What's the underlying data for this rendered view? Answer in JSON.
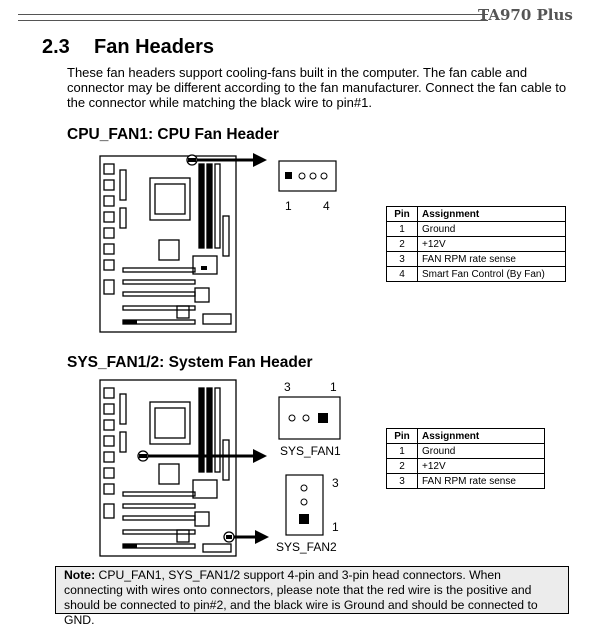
{
  "header": {
    "model": "TA970 Plus"
  },
  "section": {
    "number": "2.3",
    "title": "Fan Headers",
    "intro": "These fan headers support cooling-fans built in the computer. The fan cable and connector may be different according to the fan manufacturer. Connect the fan cable to the connector while matching the black wire to pin#1."
  },
  "cpu_fan": {
    "title": "CPU_FAN1: CPU Fan Header",
    "pin_left": "1",
    "pin_right": "4",
    "table": {
      "headers": [
        "Pin",
        "Assignment"
      ],
      "rows": [
        [
          "1",
          "Ground"
        ],
        [
          "2",
          "+12V"
        ],
        [
          "3",
          "FAN RPM rate sense"
        ],
        [
          "4",
          "Smart Fan Control (By Fan)"
        ]
      ]
    }
  },
  "sys_fan": {
    "title": "SYS_FAN1/2: System Fan Header",
    "fan1_pin_left": "3",
    "fan1_pin_right": "1",
    "fan1_label": "SYS_FAN1",
    "fan2_pin_top": "3",
    "fan2_pin_bottom": "1",
    "fan2_label": "SYS_FAN2",
    "table": {
      "headers": [
        "Pin",
        "Assignment"
      ],
      "rows": [
        [
          "1",
          "Ground"
        ],
        [
          "2",
          "+12V"
        ],
        [
          "3",
          "FAN RPM rate sense"
        ]
      ]
    }
  },
  "note": {
    "label": "Note:",
    "text": " CPU_FAN1, SYS_FAN1/2 support 4-pin and 3-pin head connectors. When connecting with wires onto connectors, please note that the red wire is the positive and should be connected to pin#2, and the black wire is Ground and should be connected to GND."
  }
}
